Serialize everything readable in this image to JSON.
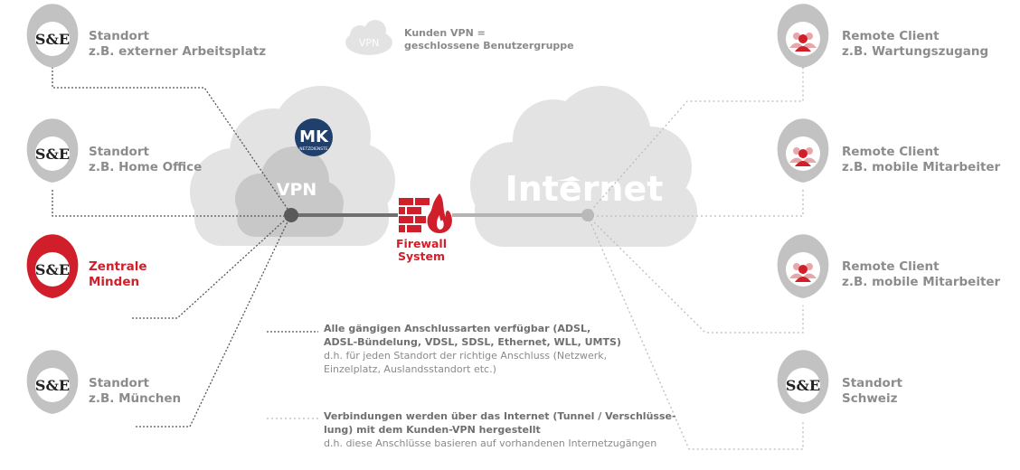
{
  "legend": {
    "cloud_label": "VPN",
    "line1": "Kunden VPN =",
    "line2": "geschlossene Benutzergruppe"
  },
  "clouds": {
    "vpn_label": "VPN",
    "internet_label": "Internet",
    "mk_logo": {
      "top": "MK",
      "bottom": "NETZDIENSTE"
    }
  },
  "firewall": {
    "line1": "Firewall",
    "line2": "System"
  },
  "left_pins": [
    {
      "icon": "S&E",
      "title": "Standort",
      "subtitle": "z.B. externer Arbeitsplatz"
    },
    {
      "icon": "S&E",
      "title": "Standort",
      "subtitle": "z.B. Home Office"
    },
    {
      "icon": "S&E",
      "title": "Zentrale",
      "subtitle": "Minden"
    },
    {
      "icon": "S&E",
      "title": "Standort",
      "subtitle": "z.B. München"
    }
  ],
  "right_pins": [
    {
      "icon": "users-icon",
      "title": "Remote Client",
      "subtitle": "z.B. Wartungszugang"
    },
    {
      "icon": "users-icon",
      "title": "Remote Client",
      "subtitle": "z.B. mobile Mitarbeiter"
    },
    {
      "icon": "users-icon",
      "title": "Remote Client",
      "subtitle": "z.B. mobile Mitarbeiter"
    },
    {
      "icon": "S&E",
      "title": "Standort",
      "subtitle": "Schweiz"
    }
  ],
  "notes": [
    {
      "bold1": "Alle gängigen Anschlussarten verfügbar (ADSL,",
      "bold2": "ADSL-Bündelung, VDSL, SDSL, Ethernet, WLL, UMTS)",
      "text1": "d.h. für jeden Standort der richtige Anschluss (Netzwerk,",
      "text2": "Einzelplatz, Auslandsstandort etc.)"
    },
    {
      "bold1": "Verbindungen werden über das Internet (Tunnel / Verschlüsse-",
      "bold2": "lung) mit dem Kunden-VPN hergestellt",
      "text1": "d.h. diese Anschlüsse basieren auf vorhandenen Internetzugängen"
    }
  ],
  "colors": {
    "grey_pin": "#c2c2c2",
    "red_accent": "#d01f2a",
    "cloud": "#e3e3e3",
    "cloud_inner": "#c8c8c8",
    "mk_blue": "#1f3f6d"
  }
}
